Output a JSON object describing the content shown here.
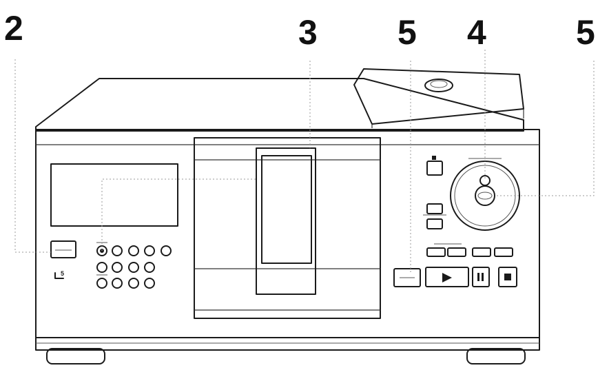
{
  "callouts": {
    "c2": "2",
    "c3": "3",
    "c5a": "5",
    "c4": "4",
    "c5b": "5"
  }
}
